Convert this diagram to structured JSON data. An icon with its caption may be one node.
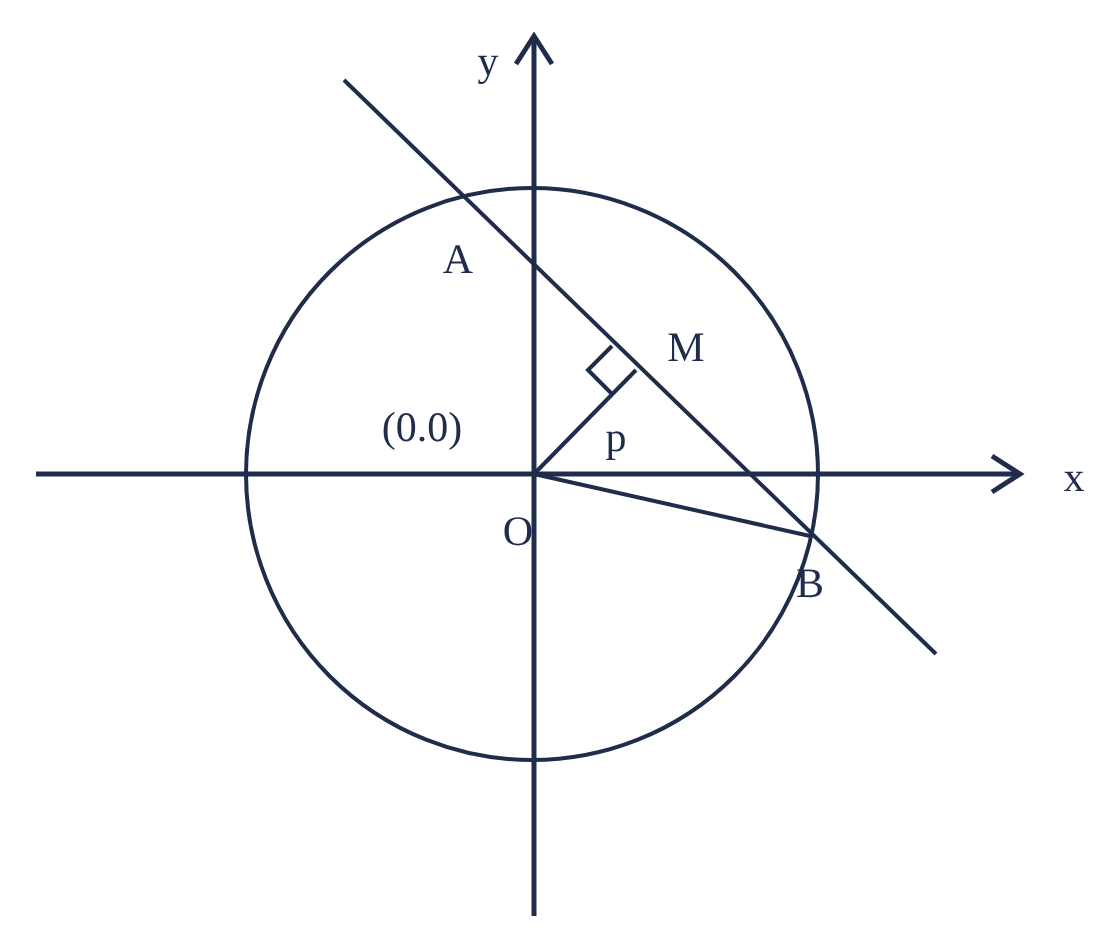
{
  "diagram": {
    "labels": [
      "y",
      "A",
      "M",
      "(0.0)",
      "p",
      "x",
      "O",
      "B"
    ]
  }
}
